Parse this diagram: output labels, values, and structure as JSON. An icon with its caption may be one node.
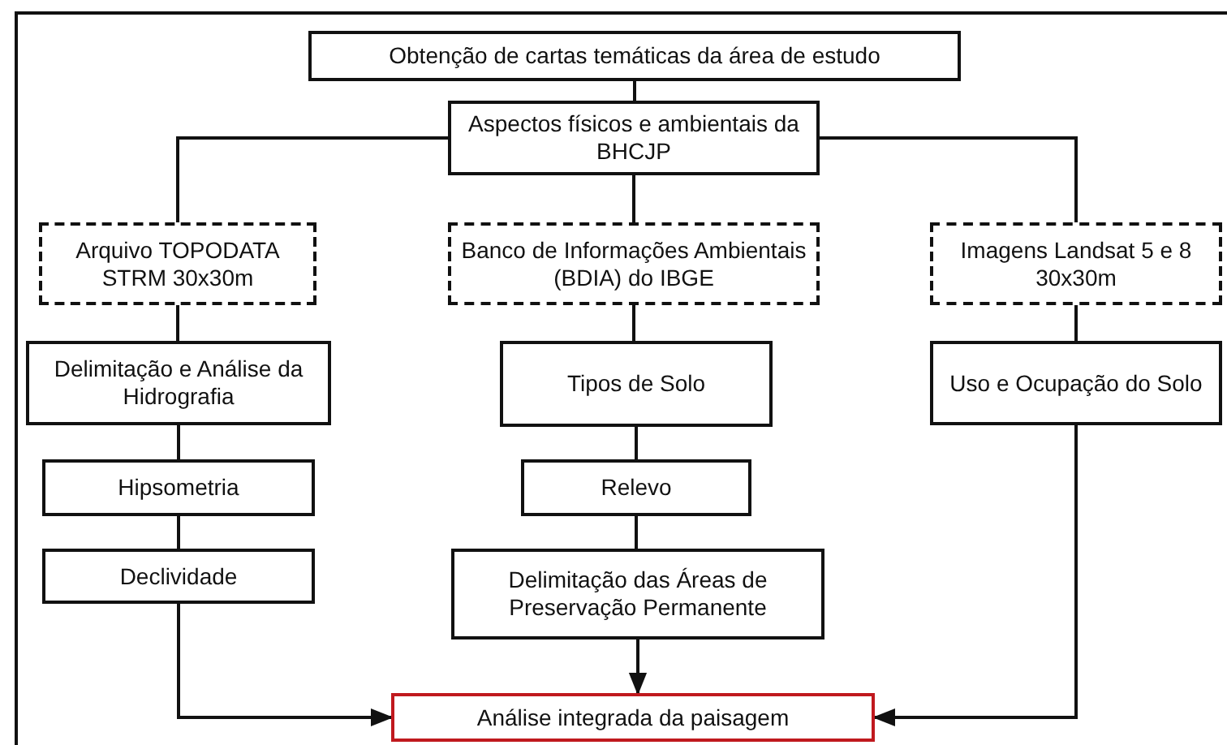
{
  "diagram": {
    "nodes": [
      {
        "text": [
          "Obtenção de cartas temáticas da área de estudo"
        ]
      },
      {
        "text": [
          "Aspectos físicos e ambientais da BHCJP"
        ]
      },
      {
        "text": [
          "Arquivo TOPODATA STRM 30x30m"
        ]
      },
      {
        "text": [
          "Banco de Informações Ambientais (BDIA) do IBGE"
        ]
      },
      {
        "text": [
          "Imagens Landsat 5 e 8 30x30m"
        ]
      },
      {
        "text": [
          "Delimitação e Análise da Hidrografia"
        ]
      },
      {
        "text": [
          "Tipos de Solo"
        ]
      },
      {
        "text": [
          "Uso e Ocupação do Solo"
        ]
      },
      {
        "text": [
          "Hipsometria"
        ]
      },
      {
        "text": [
          "Declividade"
        ]
      },
      {
        "text": [
          "Relevo"
        ]
      },
      {
        "text": [
          "Delimitação das Áreas de Preservação Permanente"
        ]
      },
      {
        "text": [
          "Análise integrada da paisagem"
        ]
      }
    ],
    "edges": [
      {
        "from": 0,
        "to": 1,
        "arrow": "none"
      },
      {
        "from": 1,
        "to": 2,
        "arrow": "none"
      },
      {
        "from": 1,
        "to": 3,
        "arrow": "none"
      },
      {
        "from": 1,
        "to": 4,
        "arrow": "none"
      },
      {
        "from": 2,
        "to": 5,
        "arrow": "none"
      },
      {
        "from": 5,
        "to": 8,
        "arrow": "none"
      },
      {
        "from": 8,
        "to": 9,
        "arrow": "none"
      },
      {
        "from": 3,
        "to": 6,
        "arrow": "none"
      },
      {
        "from": 6,
        "to": 10,
        "arrow": "none"
      },
      {
        "from": 10,
        "to": 11,
        "arrow": "none"
      },
      {
        "from": 4,
        "to": 7,
        "arrow": "none"
      },
      {
        "from": 9,
        "to": 12,
        "arrow": "to"
      },
      {
        "from": 11,
        "to": 12,
        "arrow": "to"
      },
      {
        "from": 7,
        "to": 12,
        "arrow": "to"
      }
    ]
  }
}
